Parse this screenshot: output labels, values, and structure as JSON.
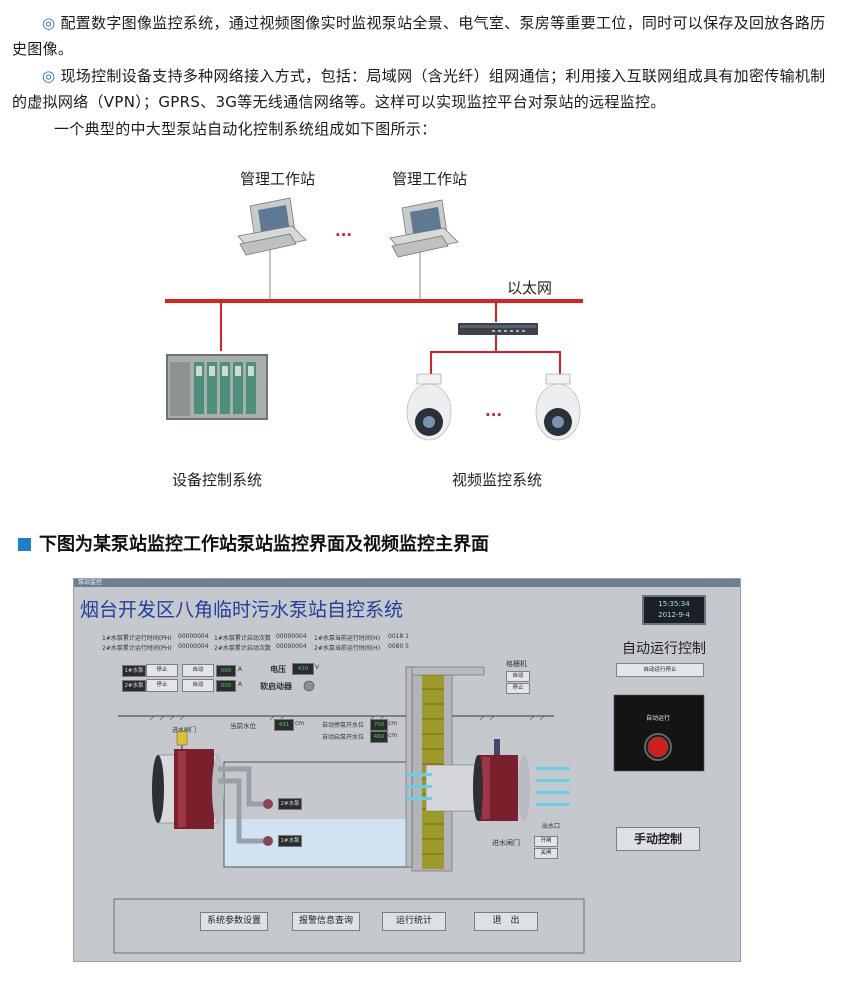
{
  "paragraphs": [
    {
      "bullet": "◎",
      "text": "配置数字图像监控系统，通过视频图像实时监视泵站全景、电气室、泵房等重要工位，同时可以保存及回放各路历史图像。"
    },
    {
      "bullet": "◎",
      "text": "现场控制设备支持多种网络接入方式，包括：局域网（含光纤）组网通信；利用接入互联网组成具有加密传输机制的虚拟网络（VPN）；GPRS、3G等无线通信网络等。这样可以实现监控平台对泵站的远程监控。"
    },
    {
      "bullet": "",
      "text": "一个典型的中大型泵站自动化控制系统组成如下图所示："
    }
  ],
  "diagram": {
    "workstation_left": "管理工作站",
    "workstation_right": "管理工作站",
    "ellipsis_top": "...",
    "ethernet": "以太网",
    "ellipsis_bottom": "...",
    "device_control": "设备控制系统",
    "video_monitor": "视频监控系统"
  },
  "section_heading": "下图为某泵站监控工作站泵站监控界面及视频监控主界面",
  "scada": {
    "window_caption": "泵站监控",
    "title": "烟台开发区八角临时污水泵站自控系统",
    "clock_time": "15:35:34",
    "clock_date": "2012-9-4",
    "stats": [
      {
        "label": "1#水泵累计运行时间(PH)",
        "value": "00000004"
      },
      {
        "label": "2#水泵累计运行时间(PH)",
        "value": "00000004"
      },
      {
        "label": "1#水泵累计启动次数",
        "value": "00000004"
      },
      {
        "label": "2#水泵累计启动次数",
        "value": "00000004"
      },
      {
        "label": "1#水泵当前运行时间(H)",
        "value": "0018 1"
      },
      {
        "label": "2#水泵当前运行时间(H)",
        "value": "0080 5"
      }
    ],
    "pump1_label": "1#水泵",
    "pump2_label": "2#水泵",
    "pump1_state": "停止",
    "pump2_state": "停止",
    "pump1_mode": "自动",
    "pump2_mode": "自动",
    "pump1_current": "000",
    "pump2_current": "000",
    "unit_a": "A",
    "voltage_label": "电压",
    "voltage_value": "410",
    "voltage_unit": "V",
    "soft_starter": "软启动器",
    "grille_label": "格栅机",
    "grille_btn1": "自动",
    "grille_btn2": "停止",
    "inlet_valve": "进水闸门",
    "level_label": "当前水位",
    "level_value": "431",
    "level_unit": "cm",
    "start_level_label": "自动停泵开水位",
    "start_level_value": "700",
    "stop_level_label": "自动启泵开水位",
    "stop_level_value": "460",
    "lvl_unit": "cm",
    "tag_pump2": "2#水泵",
    "tag_pump1": "1#水泵",
    "outlet_label": "出水口",
    "outlet_valve": "进水闸门",
    "valve_btn1": "开闸",
    "valve_btn2": "关闸",
    "auto_run_title": "自动运行控制",
    "auto_run_btn": "自动运行停止",
    "auto_stop_label": "自动运行",
    "manual_btn": "手动控制",
    "footer_buttons": [
      "系统参数设置",
      "报警信息查询",
      "运行统计",
      "退　出"
    ]
  }
}
